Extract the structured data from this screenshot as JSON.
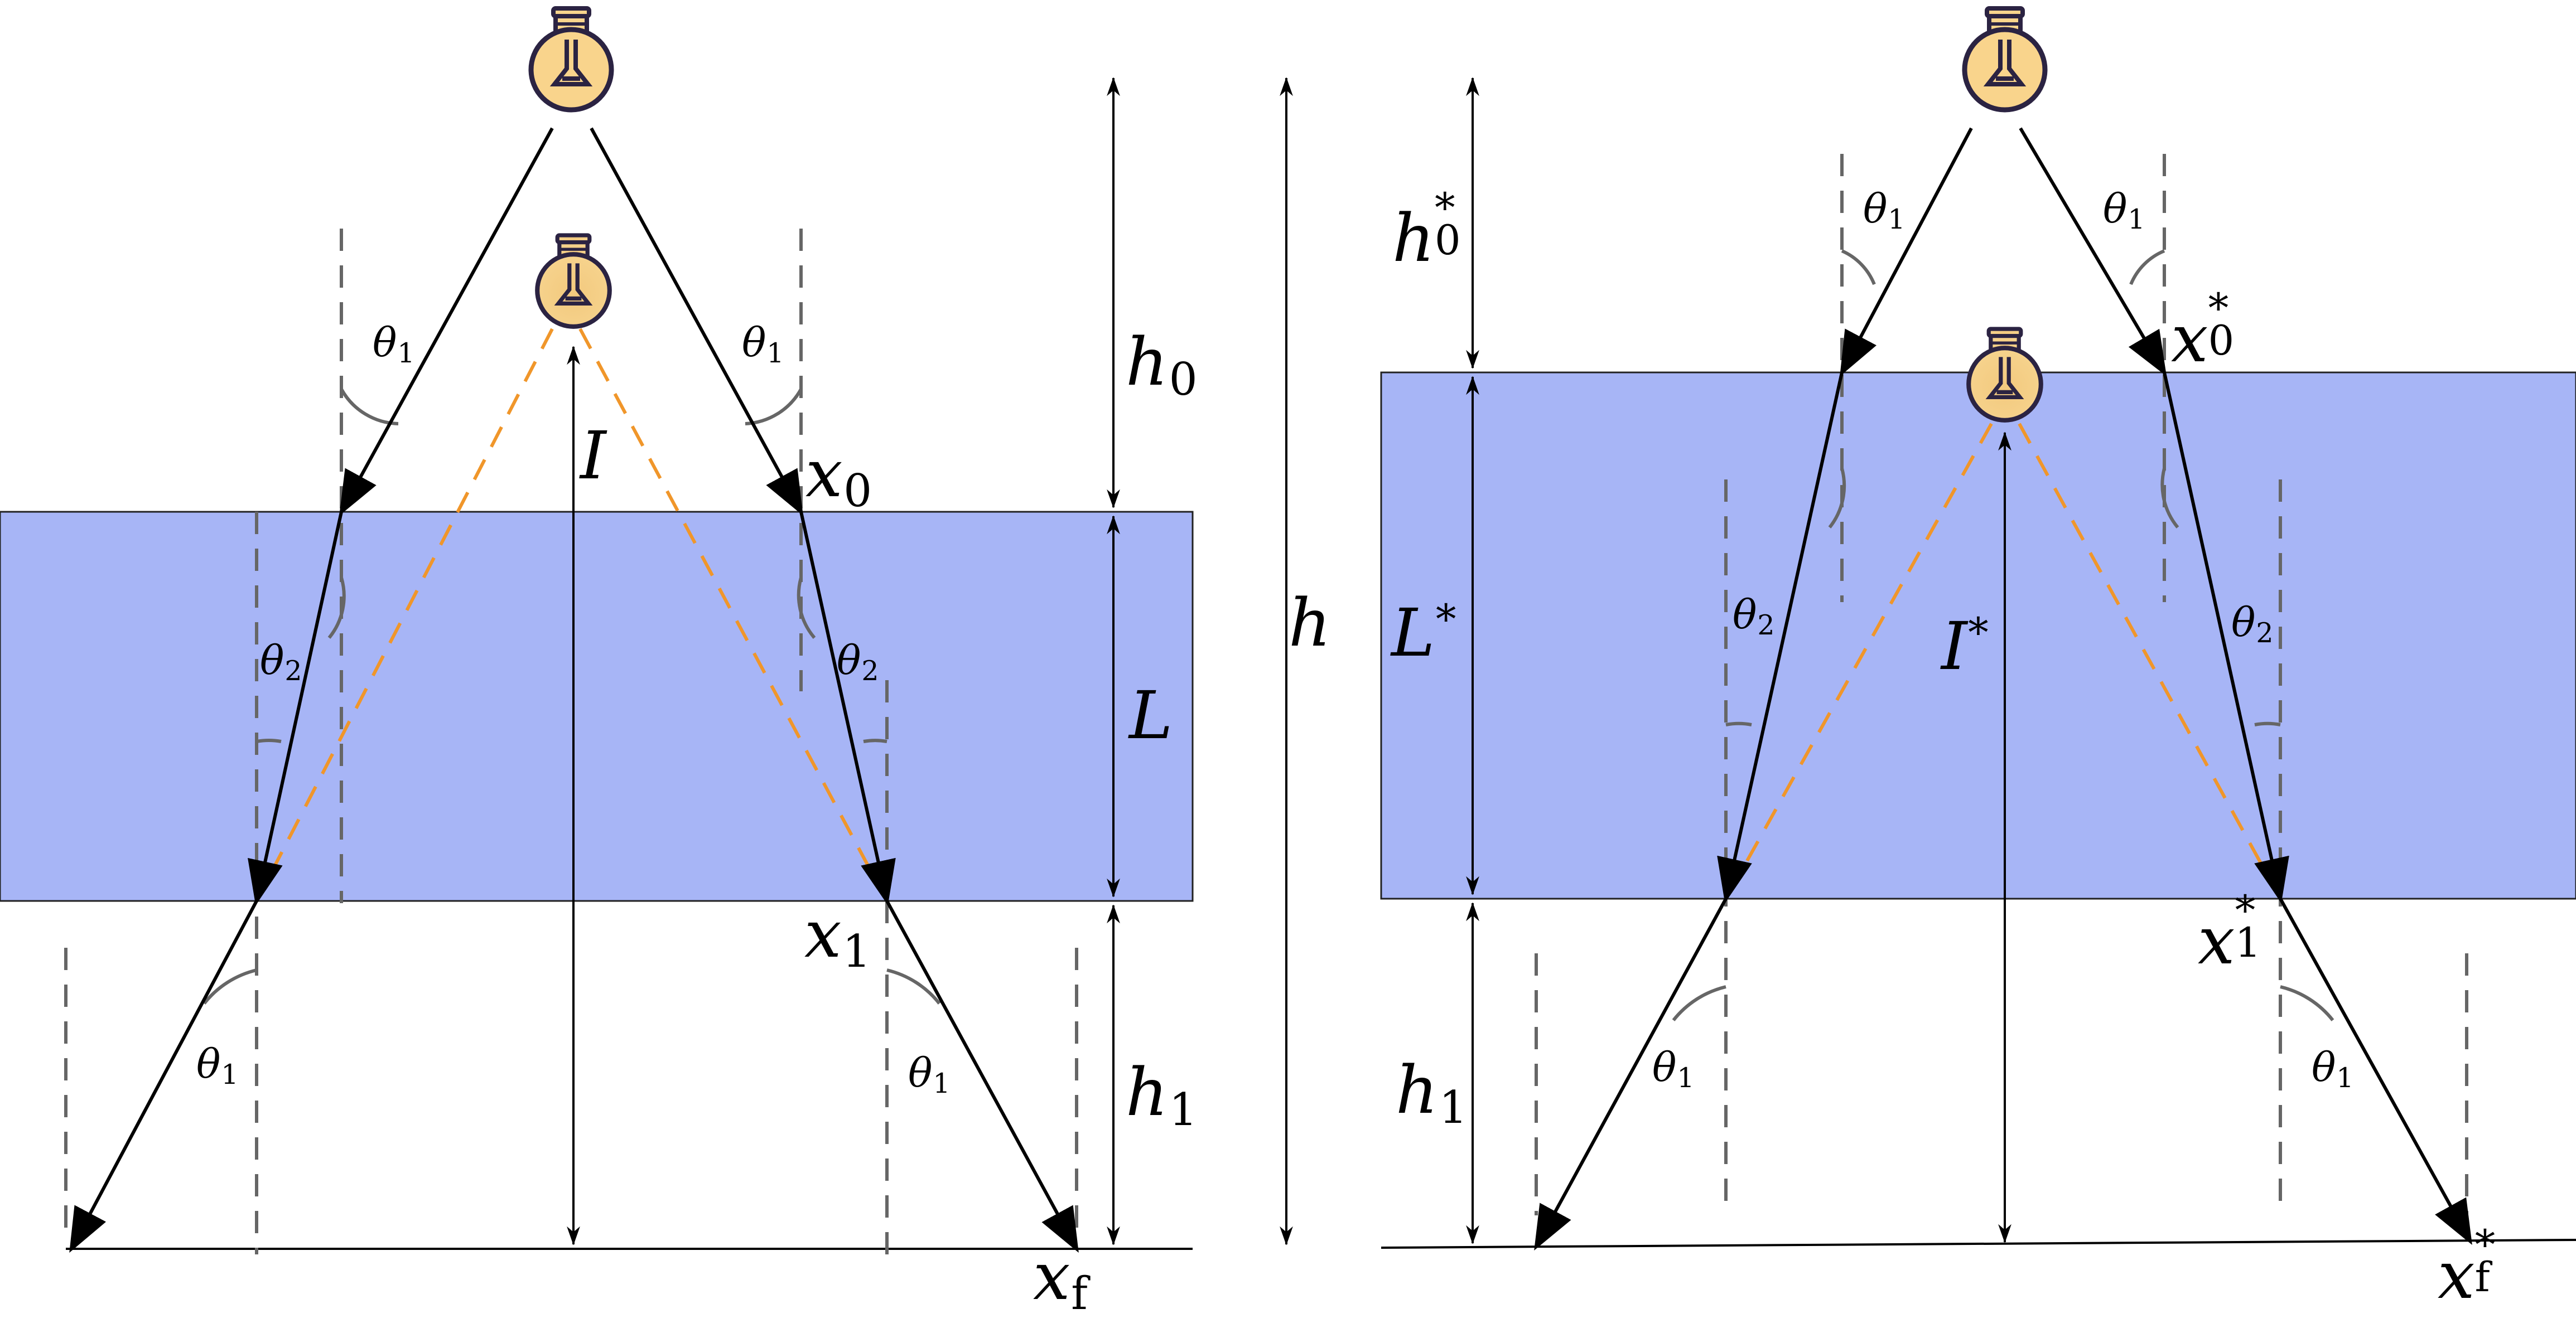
{
  "colors": {
    "slab": "#a7b5f6",
    "dashed_guides": "#666666",
    "virtual_rays": "#f0962a",
    "bulb_glass": "#f9d48c",
    "bulb_outline": "#2b2342"
  },
  "icons": {
    "real_source": "lightbulb-icon",
    "virtual_source": "lightbulb-icon"
  },
  "labels": {
    "theta1": "θ",
    "theta2": "θ",
    "theta_idx_1": "1",
    "theta_idx_2": "2",
    "x_base": "x",
    "x0_idx": "0",
    "x1_idx": "1",
    "xf_idx": "f",
    "h_base": "h",
    "h0_idx": "0",
    "h1_idx": "1",
    "L": "L",
    "I": "I",
    "star": "*"
  }
}
